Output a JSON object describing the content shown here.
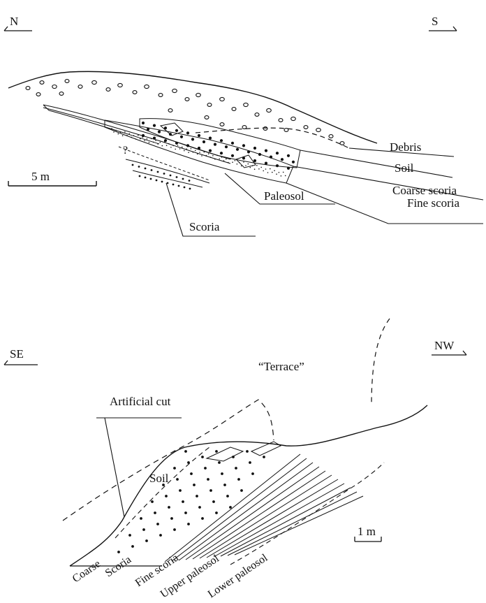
{
  "upper_section": {
    "orientation": {
      "left": "N",
      "right": "S"
    },
    "scale_label": "5 m",
    "labels": {
      "debris": "Debris",
      "soil": "Soil",
      "coarse_scoria": "Coarse scoria",
      "fine_scoria": "Fine scoria",
      "paleosol": "Paleosol",
      "scoria": "Scoria",
      "query": "?"
    }
  },
  "lower_section": {
    "orientation": {
      "left": "SE",
      "right": "NW"
    },
    "scale_label": "1 m",
    "labels": {
      "terrace": "“Terrace”",
      "artificial_cut": "Artificial cut",
      "soil": "Soil",
      "coarse": "Coarse",
      "scoria": "Scoria",
      "fine_scoria": "Fine scoria",
      "upper_paleosol": "Upper paleosol",
      "lower_paleosol": "Lower paleosol"
    }
  },
  "colors": {
    "ink": "#111111",
    "background": "#ffffff"
  }
}
